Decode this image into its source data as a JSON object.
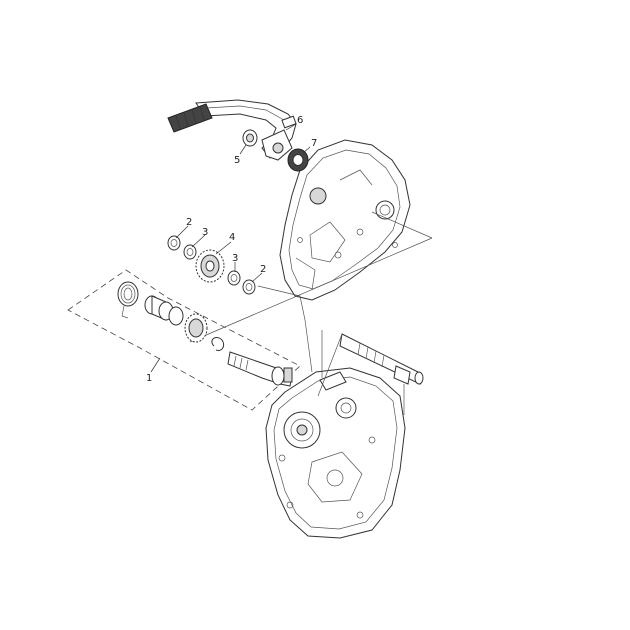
{
  "callouts": [
    {
      "id": "c1",
      "label": "1"
    },
    {
      "id": "c2a",
      "label": "2"
    },
    {
      "id": "c2b",
      "label": "2"
    },
    {
      "id": "c3a",
      "label": "3"
    },
    {
      "id": "c3b",
      "label": "3"
    },
    {
      "id": "c4",
      "label": "4"
    },
    {
      "id": "c5",
      "label": "5"
    },
    {
      "id": "c6",
      "label": "6"
    },
    {
      "id": "c7",
      "label": "7"
    }
  ],
  "parts": [
    "kick-start-lever",
    "nut",
    "oil-seal",
    "right-crankcase-cover",
    "circlip",
    "washer",
    "kick-idle-gear",
    "kick-starter-spindle-assembly",
    "left-crankcase",
    "shaft"
  ]
}
